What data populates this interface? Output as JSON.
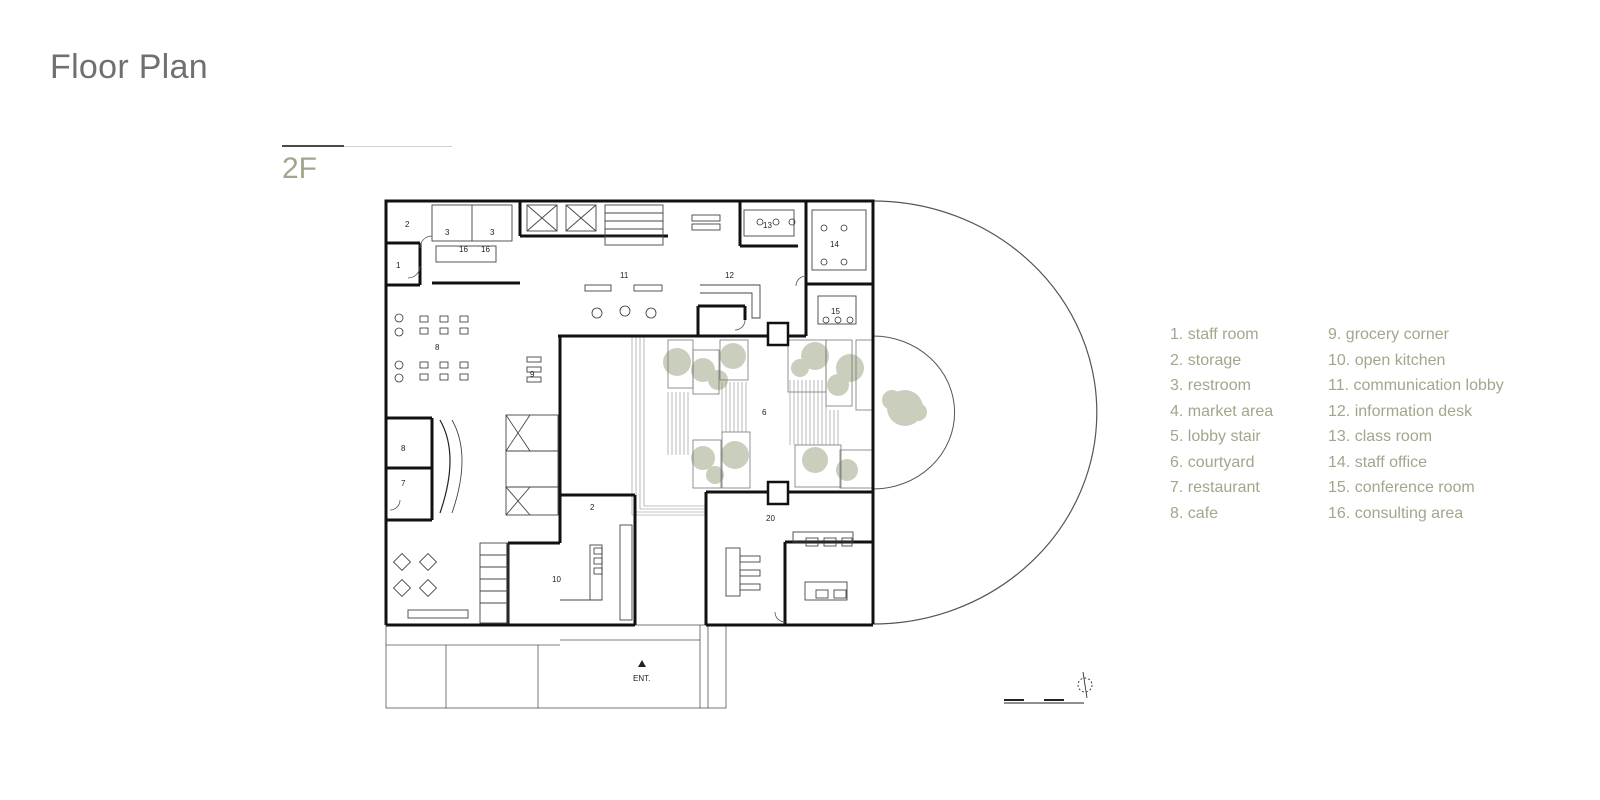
{
  "title": "Floor Plan",
  "floor": "2F",
  "legend": {
    "col1": [
      "1. staff room",
      "2. storage",
      "3. restroom",
      "4. market area",
      "5. lobby stair",
      "6. courtyard",
      "7. restaurant",
      "8. cafe"
    ],
    "col2": [
      "9. grocery corner",
      "10. open kitchen",
      "11. communication lobby",
      "12. information desk",
      "13. class room",
      "14. staff office",
      "15. conference room",
      "16. consulting area"
    ]
  },
  "room_labels": {
    "r2a": "2",
    "r1": "1",
    "r3a": "3",
    "r3b": "3",
    "r16a": "16",
    "r16b": "16",
    "r11": "11",
    "r12": "12",
    "r13": "13",
    "r14": "14",
    "r15": "15",
    "r8a": "8",
    "r8b": "8",
    "r7": "7",
    "r6": "6",
    "r2b": "2",
    "r10": "10",
    "r20": "20",
    "r9": "9"
  },
  "entrance": "ENT.",
  "colors": {
    "title": "#707070",
    "accent": "#a3a68c",
    "wall": "#111111",
    "tree": "#c9cfbc"
  }
}
